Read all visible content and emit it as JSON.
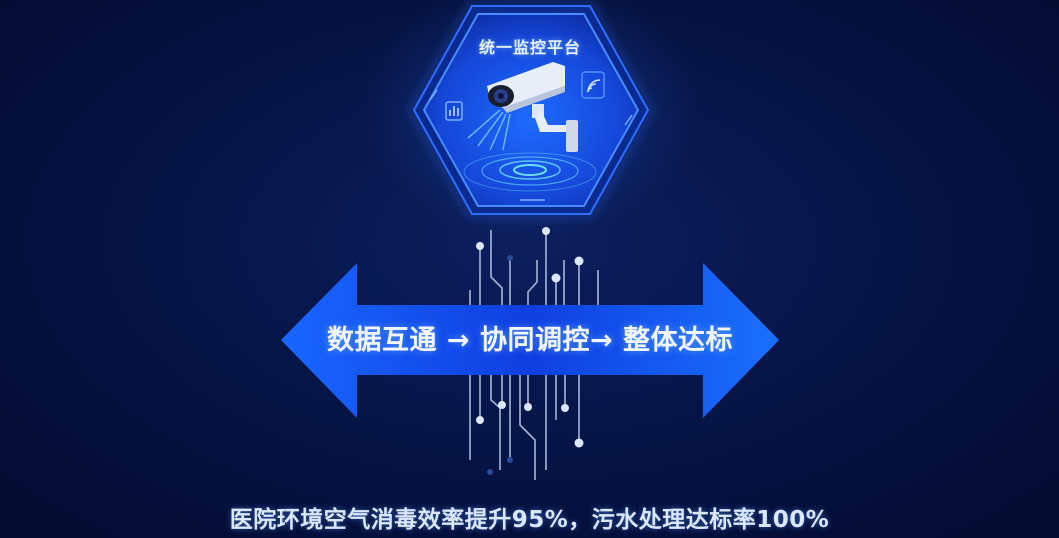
{
  "platform": {
    "title": "统一监控平台",
    "icons": [
      "cctv-camera-icon",
      "wifi-signal-icon",
      "monitor-chart-icon",
      "radar-ripple-icon"
    ]
  },
  "flow": {
    "text": "数据互通 → 协同调控→ 整体达标",
    "steps": [
      "数据互通",
      "协同调控",
      "整体达标"
    ]
  },
  "caption": {
    "text": "医院环境空气消毒效率提升95%，污水处理达标率100%",
    "air_disinfection_improvement": "95%",
    "sewage_compliance_rate": "100%"
  },
  "colors": {
    "background": "#051244",
    "arrow_blue": "#1e5cff",
    "hex_blue": "#1a4fe0",
    "circuit_line": "#b8c8e8"
  }
}
